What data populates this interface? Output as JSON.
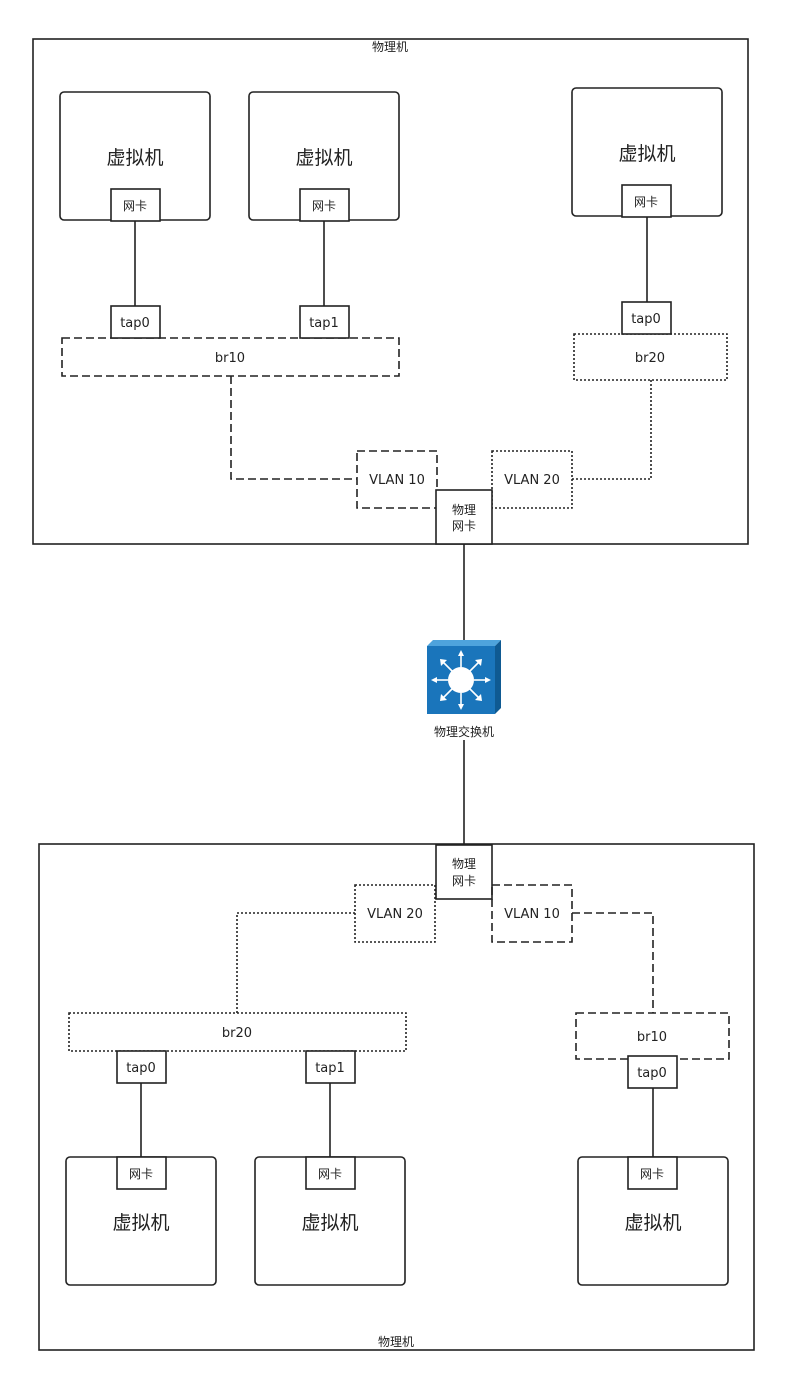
{
  "host_top": {
    "label": "物理机",
    "vms": [
      {
        "label": "虚拟机",
        "nic": "网卡",
        "tap": "tap0"
      },
      {
        "label": "虚拟机",
        "nic": "网卡",
        "tap": "tap1"
      },
      {
        "label": "虚拟机",
        "nic": "网卡",
        "tap": "tap0"
      }
    ],
    "bridges": [
      "br10",
      "br20"
    ],
    "vlans": [
      "VLAN 10",
      "VLAN 20"
    ],
    "pnic": [
      "物理",
      "网卡"
    ]
  },
  "switch": {
    "label": "物理交换机",
    "color": "#1a75bb"
  },
  "host_bottom": {
    "label": "物理机",
    "vms": [
      {
        "label": "虚拟机",
        "nic": "网卡",
        "tap": "tap0"
      },
      {
        "label": "虚拟机",
        "nic": "网卡",
        "tap": "tap1"
      },
      {
        "label": "虚拟机",
        "nic": "网卡",
        "tap": "tap0"
      }
    ],
    "bridges": [
      "br20",
      "br10"
    ],
    "vlans": [
      "VLAN 20",
      "VLAN 10"
    ],
    "pnic": [
      "物理",
      "网卡"
    ]
  }
}
